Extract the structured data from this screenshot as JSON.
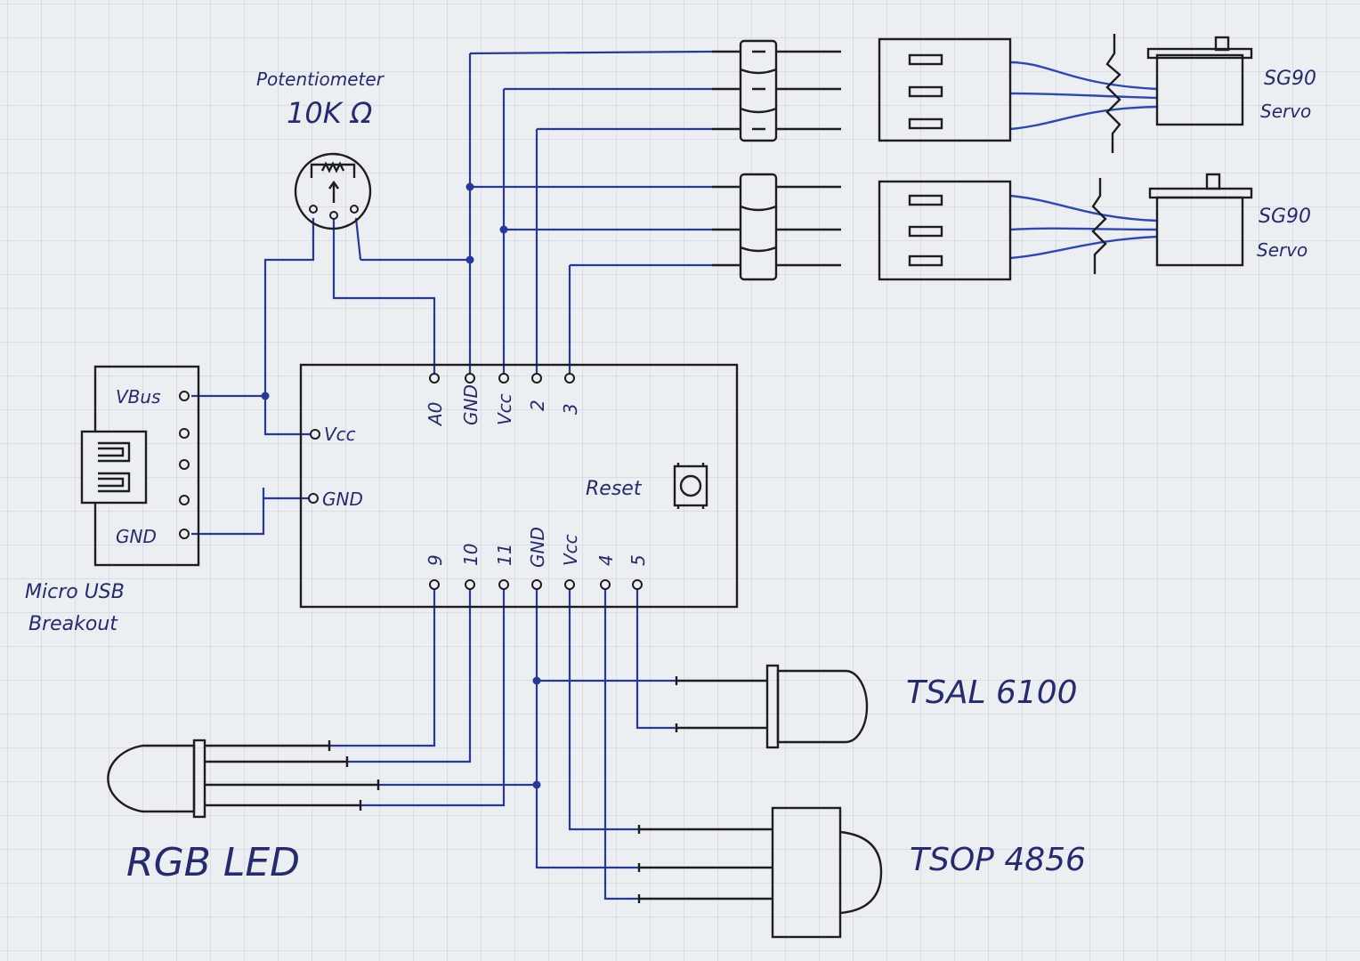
{
  "components": {
    "potentiometer": {
      "name": "Potentiometer",
      "value": "10K Ω"
    },
    "usb": {
      "name_line1": "Micro USB",
      "name_line2": "Breakout",
      "pins": {
        "vbus": "VBus",
        "gnd": "GND"
      }
    },
    "board": {
      "top_pins": [
        "A0",
        "GND",
        "Vcc",
        "2",
        "3"
      ],
      "left_pins": [
        "Vcc",
        "GND"
      ],
      "bottom_pins": [
        "9",
        "10",
        "11",
        "GND",
        "Vcc",
        "4",
        "5"
      ],
      "reset_label": "Reset"
    },
    "servo1": {
      "line1": "SG90",
      "line2": "Servo"
    },
    "servo2": {
      "line1": "SG90",
      "line2": "Servo"
    },
    "rgb_led": {
      "name": "RGB LED"
    },
    "ir_led": {
      "name": "TSAL 6100"
    },
    "ir_receiver": {
      "name": "TSOP 4856"
    }
  },
  "colors": {
    "ink": "#1d1d22",
    "wire": "#26389a",
    "label": "#262a6e",
    "paper": "#eceff2",
    "grid": "#c7ccd5"
  }
}
